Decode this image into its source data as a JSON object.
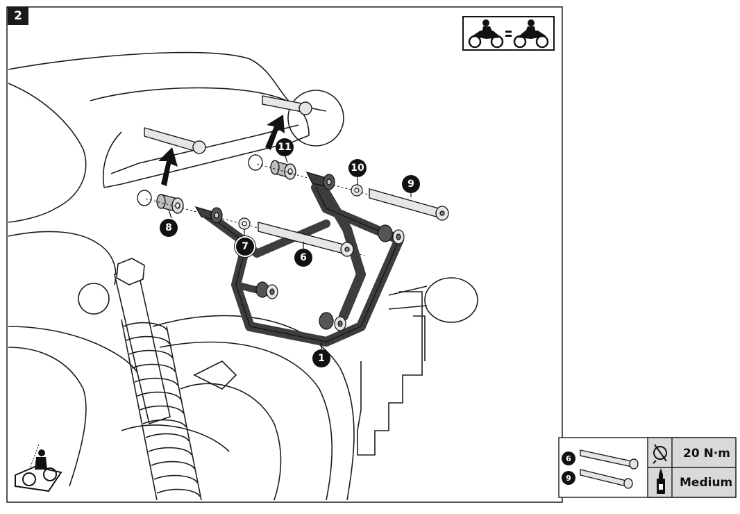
{
  "step_number": "2",
  "callouts": {
    "c1": "1",
    "c6": "6",
    "c7": "7",
    "c8": "8",
    "c9": "9",
    "c10": "10",
    "c11": "11"
  },
  "spec_panel": {
    "rows": [
      {
        "callout": "6",
        "torque": "20 N·m",
        "torque_icon": "torque-wrench-icon"
      },
      {
        "callout": "9",
        "locker": "Medium",
        "locker_icon": "threadlocker-bottle-icon"
      }
    ]
  },
  "icons": {
    "symmetry": "both-sides-motorcycle-icon",
    "side_view": "motorcycle-side-icon"
  },
  "colors": {
    "line": "#1a1a1a",
    "frame": "#3d3d3d",
    "panel_bg": "#d9d9d9"
  }
}
